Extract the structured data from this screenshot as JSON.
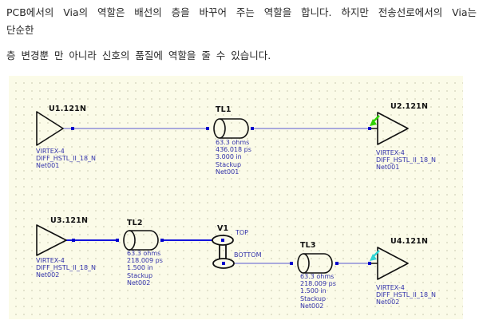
{
  "document": {
    "lines": [
      "PCB에서의 Via의 역할은 배선의 층을 바꾸어 주는 역할을 합니다. 하지만 전송선로에서의 Via는",
      "단순한",
      "층 변경뿐 만 아니라 신호의 품질에 역할을 줄 수 있습니다."
    ]
  },
  "schematic": {
    "buffers": [
      {
        "ref": "U1.121N",
        "model": "VIRTEX-4",
        "signal": "DIFF_HSTL_II_18_N",
        "net": "Net001",
        "role": "driver"
      },
      {
        "ref": "U2.121N",
        "model": "VIRTEX-4",
        "signal": "DIFF_HSTL_II_18_N",
        "net": "Net001",
        "role": "receiver"
      },
      {
        "ref": "U3.121N",
        "model": "VIRTEX-4",
        "signal": "DIFF_HSTL_II_18_N",
        "net": "Net002",
        "role": "driver"
      },
      {
        "ref": "U4.121N",
        "model": "VIRTEX-4",
        "signal": "DIFF_HSTL_II_18_N",
        "net": "Net002",
        "role": "receiver"
      }
    ],
    "tlines": [
      {
        "ref": "TL1",
        "impedance": "63.3 ohms",
        "delay": "436.018 ps",
        "length": "3.000 in",
        "stackup": "Stackup",
        "net": "Net001"
      },
      {
        "ref": "TL2",
        "impedance": "63.3 ohms",
        "delay": "218.009 ps",
        "length": "1.500 in",
        "stackup": "Stackup",
        "net": "Net002"
      },
      {
        "ref": "TL3",
        "impedance": "63.3 ohms",
        "delay": "218.009 ps",
        "length": "1.500 in",
        "stackup": "Stackup",
        "net": "Net002"
      }
    ],
    "via": {
      "ref": "V1",
      "top": "TOP",
      "bottom": "BOTTOM"
    },
    "colors": {
      "canvas_bg": "#fbfbe8",
      "grid_dot": "#d9d9c2",
      "wire": "#a9a9dc",
      "wire_active": "#1414dd",
      "pin": "#0000cc",
      "label_blue": "#3232aa",
      "outline": "#111111",
      "probe_green": "#2fd400",
      "probe_cyan": "#2fd4d4",
      "body_text": "#262626"
    }
  }
}
